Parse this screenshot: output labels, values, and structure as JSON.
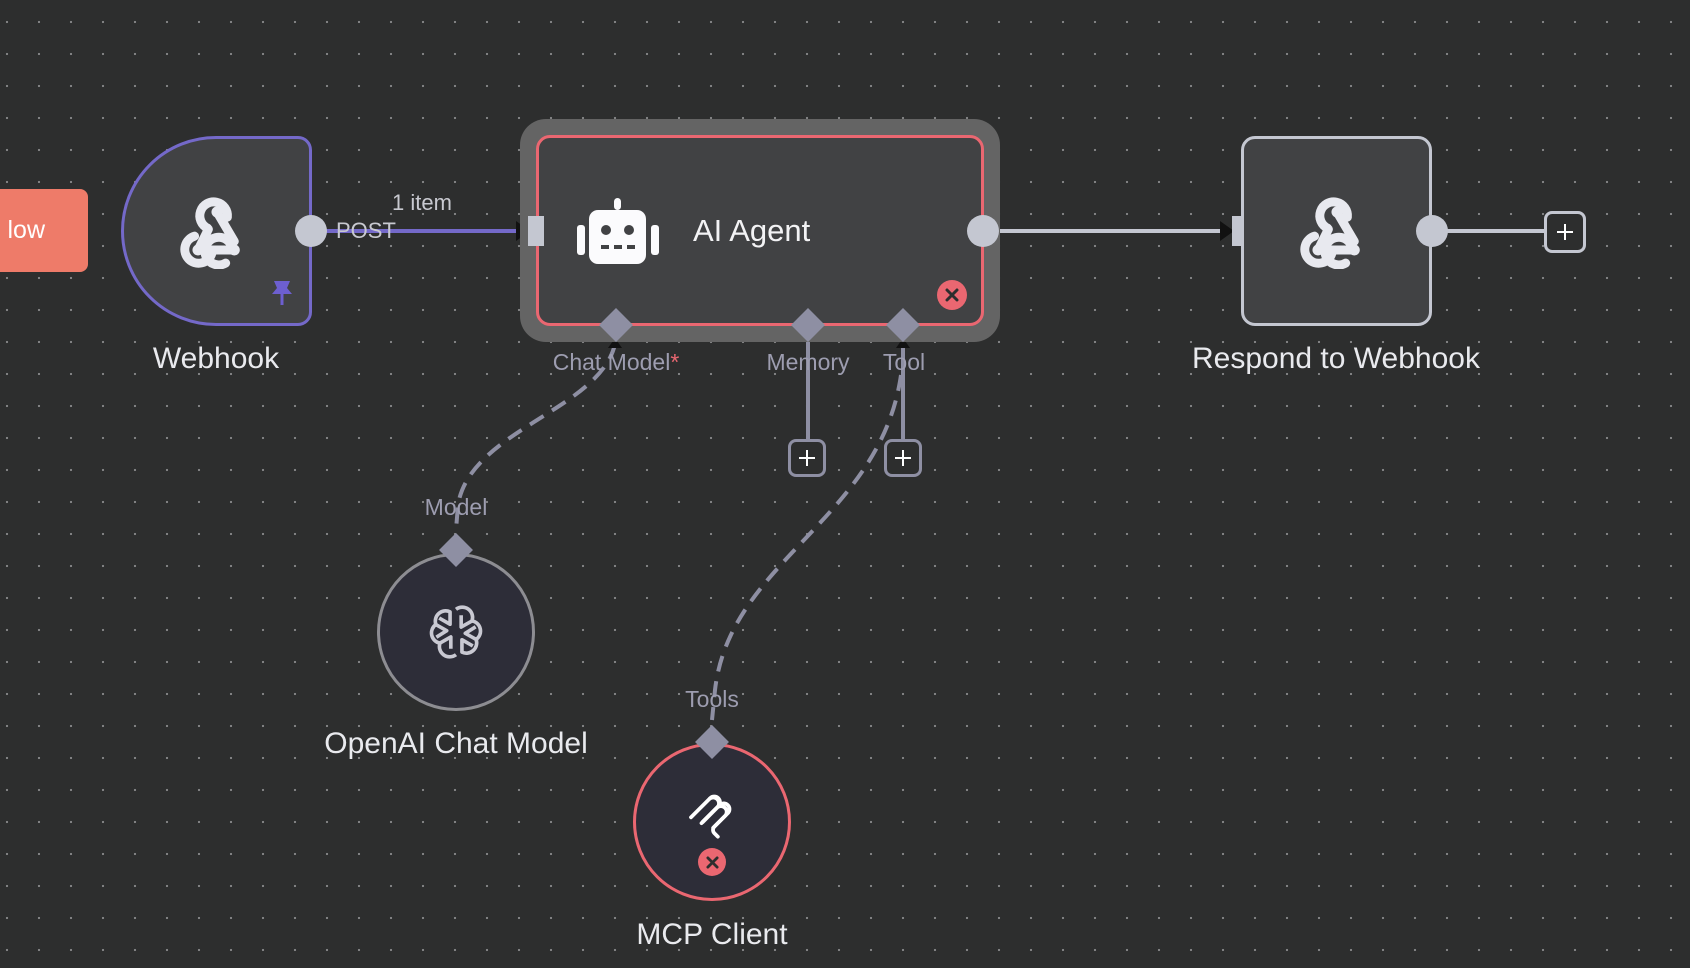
{
  "canvas": {
    "background": "#2d2e2e",
    "grid_dot_color": "#8a8a8c"
  },
  "toolbar": {
    "test_workflow_label": "low"
  },
  "colors": {
    "trigger_border": "#7469c9",
    "error": "#ea6771",
    "selection": "#646464",
    "node_fill": "#414244",
    "node_border": "#c4c7d1",
    "sub_port": "#8e8fa3",
    "test_button": "#ee7b69"
  },
  "nodes": {
    "webhook": {
      "label": "Webhook",
      "icon": "webhook-icon",
      "pinned": true,
      "output_port_label": "POST"
    },
    "ai_agent": {
      "label": "AI Agent",
      "icon": "robot-icon",
      "selected": true,
      "has_error": true,
      "sub_ports": [
        {
          "label": "Chat Model",
          "required_mark": "*"
        },
        {
          "label": "Memory",
          "required_mark": ""
        },
        {
          "label": "Tool",
          "required_mark": ""
        }
      ]
    },
    "respond": {
      "label": "Respond to Webhook",
      "icon": "webhook-icon"
    },
    "openai": {
      "label": "OpenAI Chat Model",
      "icon": "openai-icon",
      "port_label": "Model"
    },
    "mcp": {
      "label": "MCP Client",
      "icon": "mcp-icon",
      "port_label": "Tools",
      "has_error": true
    }
  },
  "connections": [
    {
      "from": "Webhook",
      "to": "AI Agent",
      "label": "1 item"
    },
    {
      "from": "AI Agent",
      "to": "Respond to Webhook",
      "label": ""
    },
    {
      "from": "OpenAI Chat Model",
      "to": "AI Agent.Chat Model",
      "label": ""
    },
    {
      "from": "MCP Client",
      "to": "AI Agent.Tool",
      "label": ""
    }
  ]
}
